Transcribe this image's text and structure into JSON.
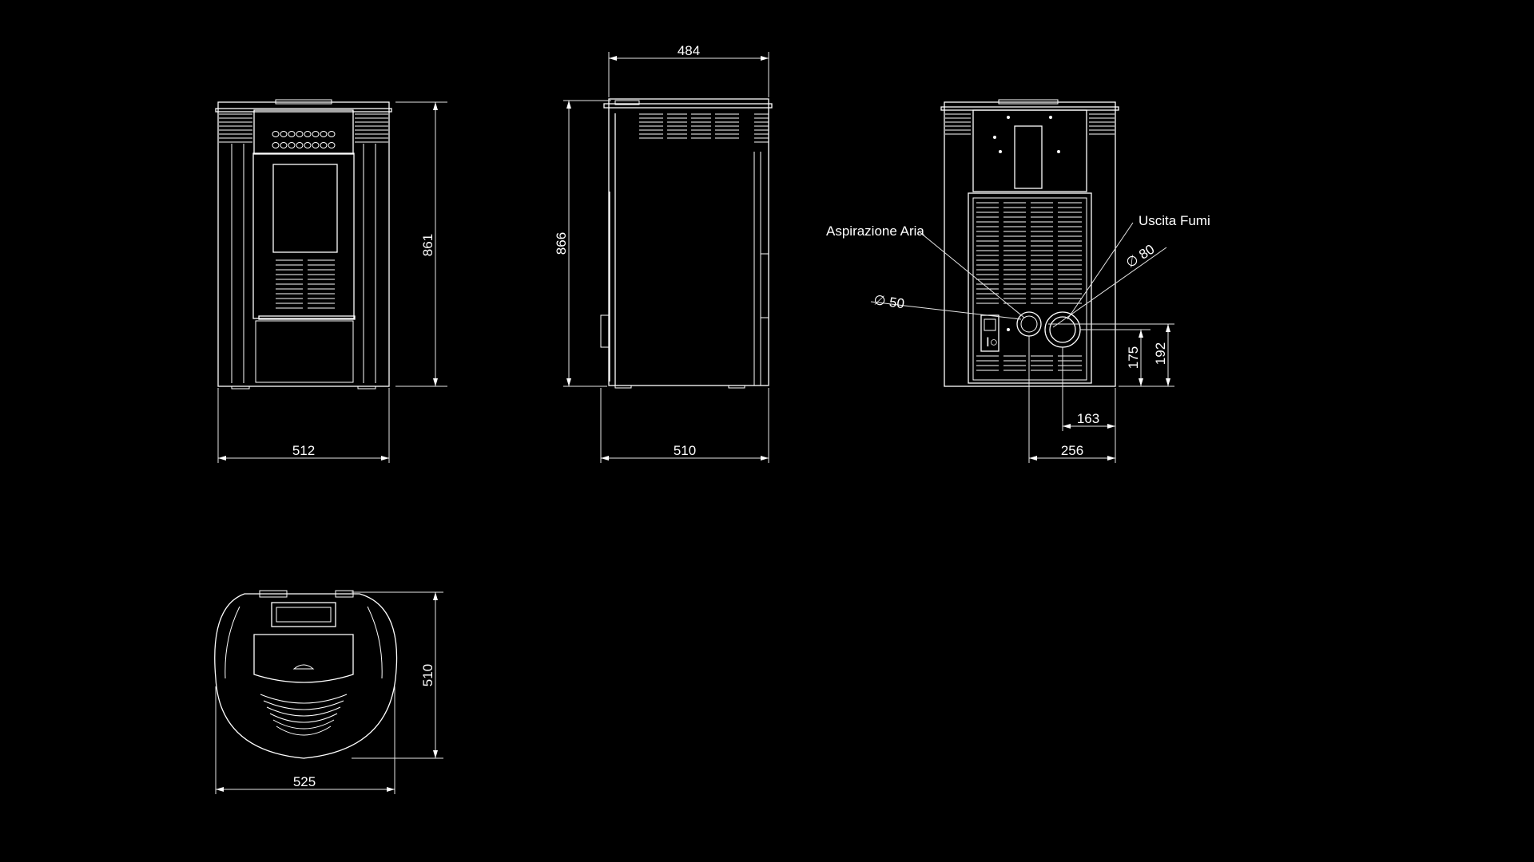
{
  "colors": {
    "background": "#000000",
    "line": "#ffffff"
  },
  "labels": {
    "air_intake": "Aspirazione Aria",
    "flue_outlet": "Uscita Fumi",
    "diameter_air": "∅ 50",
    "diameter_flue": "∅ 80"
  },
  "dimensions": {
    "front_width": "512",
    "front_height": "861",
    "side_top_width": "484",
    "side_height": "866",
    "side_depth": "510",
    "rear_flue_height": "175",
    "rear_air_height": "192",
    "rear_flue_offset": "163",
    "rear_air_offset": "256",
    "plan_width": "525",
    "plan_depth": "510"
  }
}
